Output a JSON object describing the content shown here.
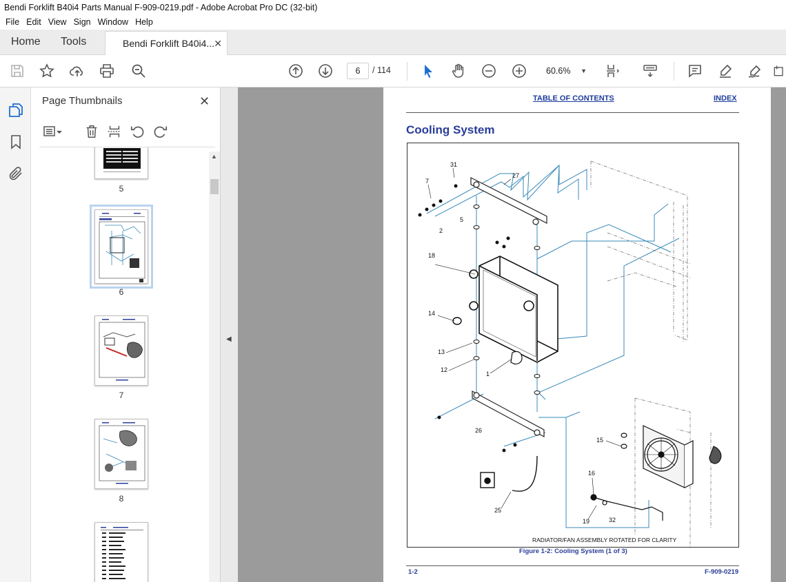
{
  "window": {
    "title": "Bendi Forklift B40i4 Parts Manual F-909-0219.pdf - Adobe Acrobat Pro DC (32-bit)"
  },
  "menu": [
    "File",
    "Edit",
    "View",
    "Sign",
    "Window",
    "Help"
  ],
  "tabs": {
    "home": "Home",
    "tools": "Tools",
    "document": "Bendi Forklift B40i4...",
    "close": "✕"
  },
  "toolbar": {
    "current_page": "6",
    "page_total": "/ 114",
    "zoom": "60.6%",
    "icons": [
      "save-icon",
      "star-icon",
      "cloud-upload-icon",
      "print-icon",
      "search-zoom-icon",
      "page-up-icon",
      "page-down-icon",
      "select-cursor-icon",
      "hand-pan-icon",
      "zoom-out-icon",
      "zoom-in-icon",
      "fit-page-icon",
      "keyboard-scroll-icon",
      "comment-icon",
      "highlight-pen-icon",
      "sign-pen-icon"
    ]
  },
  "sidebar": {
    "icons": [
      "pages-icon",
      "bookmark-icon",
      "attachment-icon"
    ]
  },
  "thumbnails": {
    "title": "Page Thumbnails",
    "close": "✕",
    "tools": [
      "thumbnail-options-icon",
      "delete-icon",
      "insert-page-icon",
      "rotate-left-icon",
      "rotate-right-icon"
    ],
    "pages": [
      {
        "label": "5"
      },
      {
        "label": "6"
      },
      {
        "label": "7"
      },
      {
        "label": "8"
      },
      {
        "label": ""
      }
    ]
  },
  "page": {
    "toc_link": "TABLE OF CONTENTS",
    "index_link": "INDEX",
    "title": "Cooling System",
    "figure_note": "RADIATOR/FAN ASSEMBLY ROTATED FOR CLARITY",
    "figure_caption": "Figure 1-2:  Cooling System (1 of 3)",
    "footer_left": "1-2",
    "footer_right": "F-909-0219",
    "callouts": [
      "31",
      "7",
      "27",
      "5",
      "2",
      "18",
      "14",
      "13",
      "12",
      "1",
      "26",
      "15",
      "16",
      "25",
      "19",
      "32"
    ]
  },
  "colors": {
    "accent_blue": "#2a3d9a",
    "line_blue": "#3a8ab8",
    "link_blue": "#1d3d9c"
  }
}
